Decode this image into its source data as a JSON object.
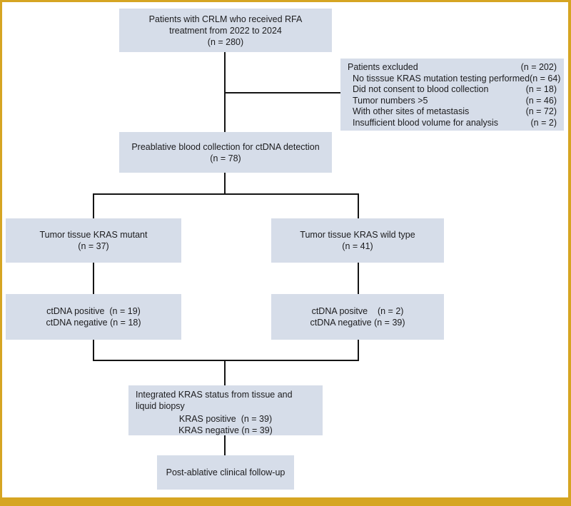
{
  "frame": {
    "border_color": "#d6a522",
    "background": "#ffffff",
    "box_fill": "#d6dde9",
    "line_color": "#141414"
  },
  "boxes": {
    "top": {
      "lines": [
        "Patients with CRLM who received RFA",
        "treatment from 2022 to 2024",
        "(n = 280)"
      ]
    },
    "excluded": {
      "title": "Patients excluded",
      "title_n": "(n = 202)",
      "items": [
        {
          "label": "No tisssue KRAS mutation testing performed",
          "n": "(n = 64)"
        },
        {
          "label": "Did not consent to blood collection",
          "n": "(n = 18)"
        },
        {
          "label": "Tumor numbers >5",
          "n": "(n = 46)"
        },
        {
          "label": "With other sites of metastasis",
          "n": "(n = 72)"
        },
        {
          "label": "Insufficient blood volume for analysis",
          "n": "(n = 2)"
        }
      ]
    },
    "preablative": {
      "lines": [
        "Preablative blood collection for ctDNA detection",
        "(n = 78)"
      ]
    },
    "kras_mutant": {
      "lines": [
        "Tumor tissue KRAS mutant",
        "(n = 37)"
      ]
    },
    "kras_wild": {
      "lines": [
        "Tumor tissue KRAS wild type",
        "(n = 41)"
      ]
    },
    "ctdna_mutant": {
      "lines": [
        "ctDNA positive  (n = 19)",
        "ctDNA negative (n = 18)"
      ]
    },
    "ctdna_wild": {
      "lines": [
        "ctDNA positve    (n = 2)",
        "ctDNA negative (n = 39)"
      ]
    },
    "integrated": {
      "heading": "Integrated KRAS status from tissue and liquid biopsy",
      "lines": [
        "KRAS positive  (n = 39)",
        "KRAS negative (n = 39)"
      ]
    },
    "followup": {
      "lines": [
        "Post-ablative clinical follow-up"
      ]
    }
  }
}
